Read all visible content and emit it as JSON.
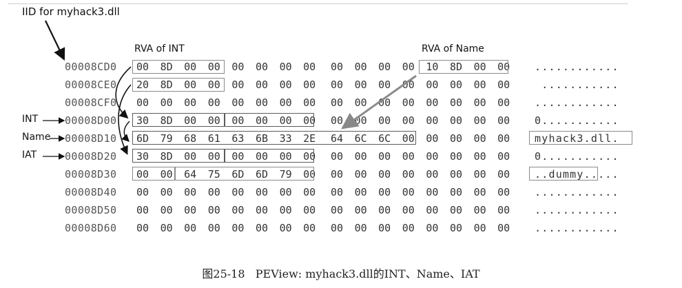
{
  "labels": {
    "iid": "IID for myhack3.dll",
    "rva_int": "RVA of INT",
    "rva_name": "RVA of Name",
    "int": "INT",
    "name": "Name",
    "iat": "IAT"
  },
  "rows": [
    {
      "offset": "00008CD0",
      "bytes": [
        "00",
        "8D",
        "00",
        "00",
        "00",
        "00",
        "00",
        "00",
        "00",
        "00",
        "00",
        "00",
        "10",
        "8D",
        "00",
        "00"
      ],
      "ascii": "............"
    },
    {
      "offset": "00008CE0",
      "bytes": [
        "20",
        "8D",
        "00",
        "00",
        "00",
        "00",
        "00",
        "00",
        "00",
        "00",
        "00",
        "00",
        "00",
        "00",
        "00",
        "00"
      ],
      "ascii": " ..........."
    },
    {
      "offset": "00008CF0",
      "bytes": [
        "00",
        "00",
        "00",
        "00",
        "00",
        "00",
        "00",
        "00",
        "00",
        "00",
        "00",
        "00",
        "00",
        "00",
        "00",
        "00"
      ],
      "ascii": "............"
    },
    {
      "offset": "00008D00",
      "bytes": [
        "30",
        "8D",
        "00",
        "00",
        "00",
        "00",
        "00",
        "00",
        "00",
        "00",
        "00",
        "00",
        "00",
        "00",
        "00",
        "00"
      ],
      "ascii": "0..........."
    },
    {
      "offset": "00008D10",
      "bytes": [
        "6D",
        "79",
        "68",
        "61",
        "63",
        "6B",
        "33",
        "2E",
        "64",
        "6C",
        "6C",
        "00",
        "00",
        "00",
        "00",
        "00"
      ],
      "ascii": "myhack3.dll."
    },
    {
      "offset": "00008D20",
      "bytes": [
        "30",
        "8D",
        "00",
        "00",
        "00",
        "00",
        "00",
        "00",
        "00",
        "00",
        "00",
        "00",
        "00",
        "00",
        "00",
        "00"
      ],
      "ascii": "0..........."
    },
    {
      "offset": "00008D30",
      "bytes": [
        "00",
        "00",
        "64",
        "75",
        "6D",
        "6D",
        "79",
        "00",
        "00",
        "00",
        "00",
        "00",
        "00",
        "00",
        "00",
        "00"
      ],
      "ascii": "..dummy....."
    },
    {
      "offset": "00008D40",
      "bytes": [
        "00",
        "00",
        "00",
        "00",
        "00",
        "00",
        "00",
        "00",
        "00",
        "00",
        "00",
        "00",
        "00",
        "00",
        "00",
        "00"
      ],
      "ascii": "............"
    },
    {
      "offset": "00008D50",
      "bytes": [
        "00",
        "00",
        "00",
        "00",
        "00",
        "00",
        "00",
        "00",
        "00",
        "00",
        "00",
        "00",
        "00",
        "00",
        "00",
        "00"
      ],
      "ascii": "............"
    },
    {
      "offset": "00008D60",
      "bytes": [
        "00",
        "00",
        "00",
        "00",
        "00",
        "00",
        "00",
        "00",
        "00",
        "00",
        "00",
        "00",
        "00",
        "00",
        "00",
        "00"
      ],
      "ascii": "............"
    }
  ],
  "caption": "图25-18   PEView: myhack3.dll的INT、Name、IAT"
}
